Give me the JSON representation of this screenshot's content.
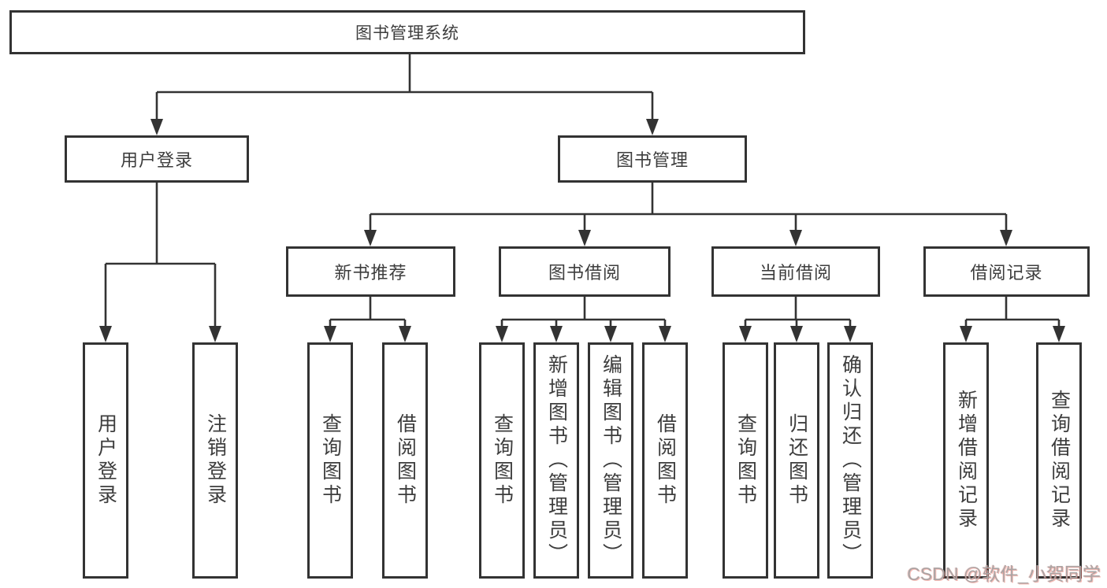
{
  "nodes": {
    "root": "图书管理系统",
    "user_login": "用户登录",
    "book_mgmt": "图书管理",
    "new_book_rec": "新书推荐",
    "book_borrow": "图书借阅",
    "current_borrow": "当前借阅",
    "borrow_records": "借阅记录",
    "leaf_user_login": "用户登录",
    "leaf_logout": "注销登录",
    "leaf_nb_query": "查询图书",
    "leaf_nb_borrow": "借阅图书",
    "leaf_bb_query": "查询图书",
    "leaf_bb_add": "新增图书（管理员）",
    "leaf_bb_edit": "编辑图书（管理员）",
    "leaf_bb_borrow": "借阅图书",
    "leaf_cb_query": "查询图书",
    "leaf_cb_return": "归还图书",
    "leaf_cb_confirm": "确认归还（管理员）",
    "leaf_br_add": "新增借阅记录",
    "leaf_br_query": "查询借阅记录"
  },
  "hierarchy": {
    "图书管理系统": {
      "用户登录": [
        "用户登录",
        "注销登录"
      ],
      "图书管理": {
        "新书推荐": [
          "查询图书",
          "借阅图书"
        ],
        "图书借阅": [
          "查询图书",
          "新增图书（管理员）",
          "编辑图书（管理员）",
          "借阅图书"
        ],
        "当前借阅": [
          "查询图书",
          "归还图书",
          "确认归还（管理员）"
        ],
        "借阅记录": [
          "新增借阅记录",
          "查询借阅记录"
        ]
      }
    }
  },
  "colors": {
    "line": "#333333",
    "text": "#3d3d3d",
    "background": "#ffffff",
    "watermark": "#aaa4a4"
  },
  "watermark": "CSDN @软件_小贺同学"
}
